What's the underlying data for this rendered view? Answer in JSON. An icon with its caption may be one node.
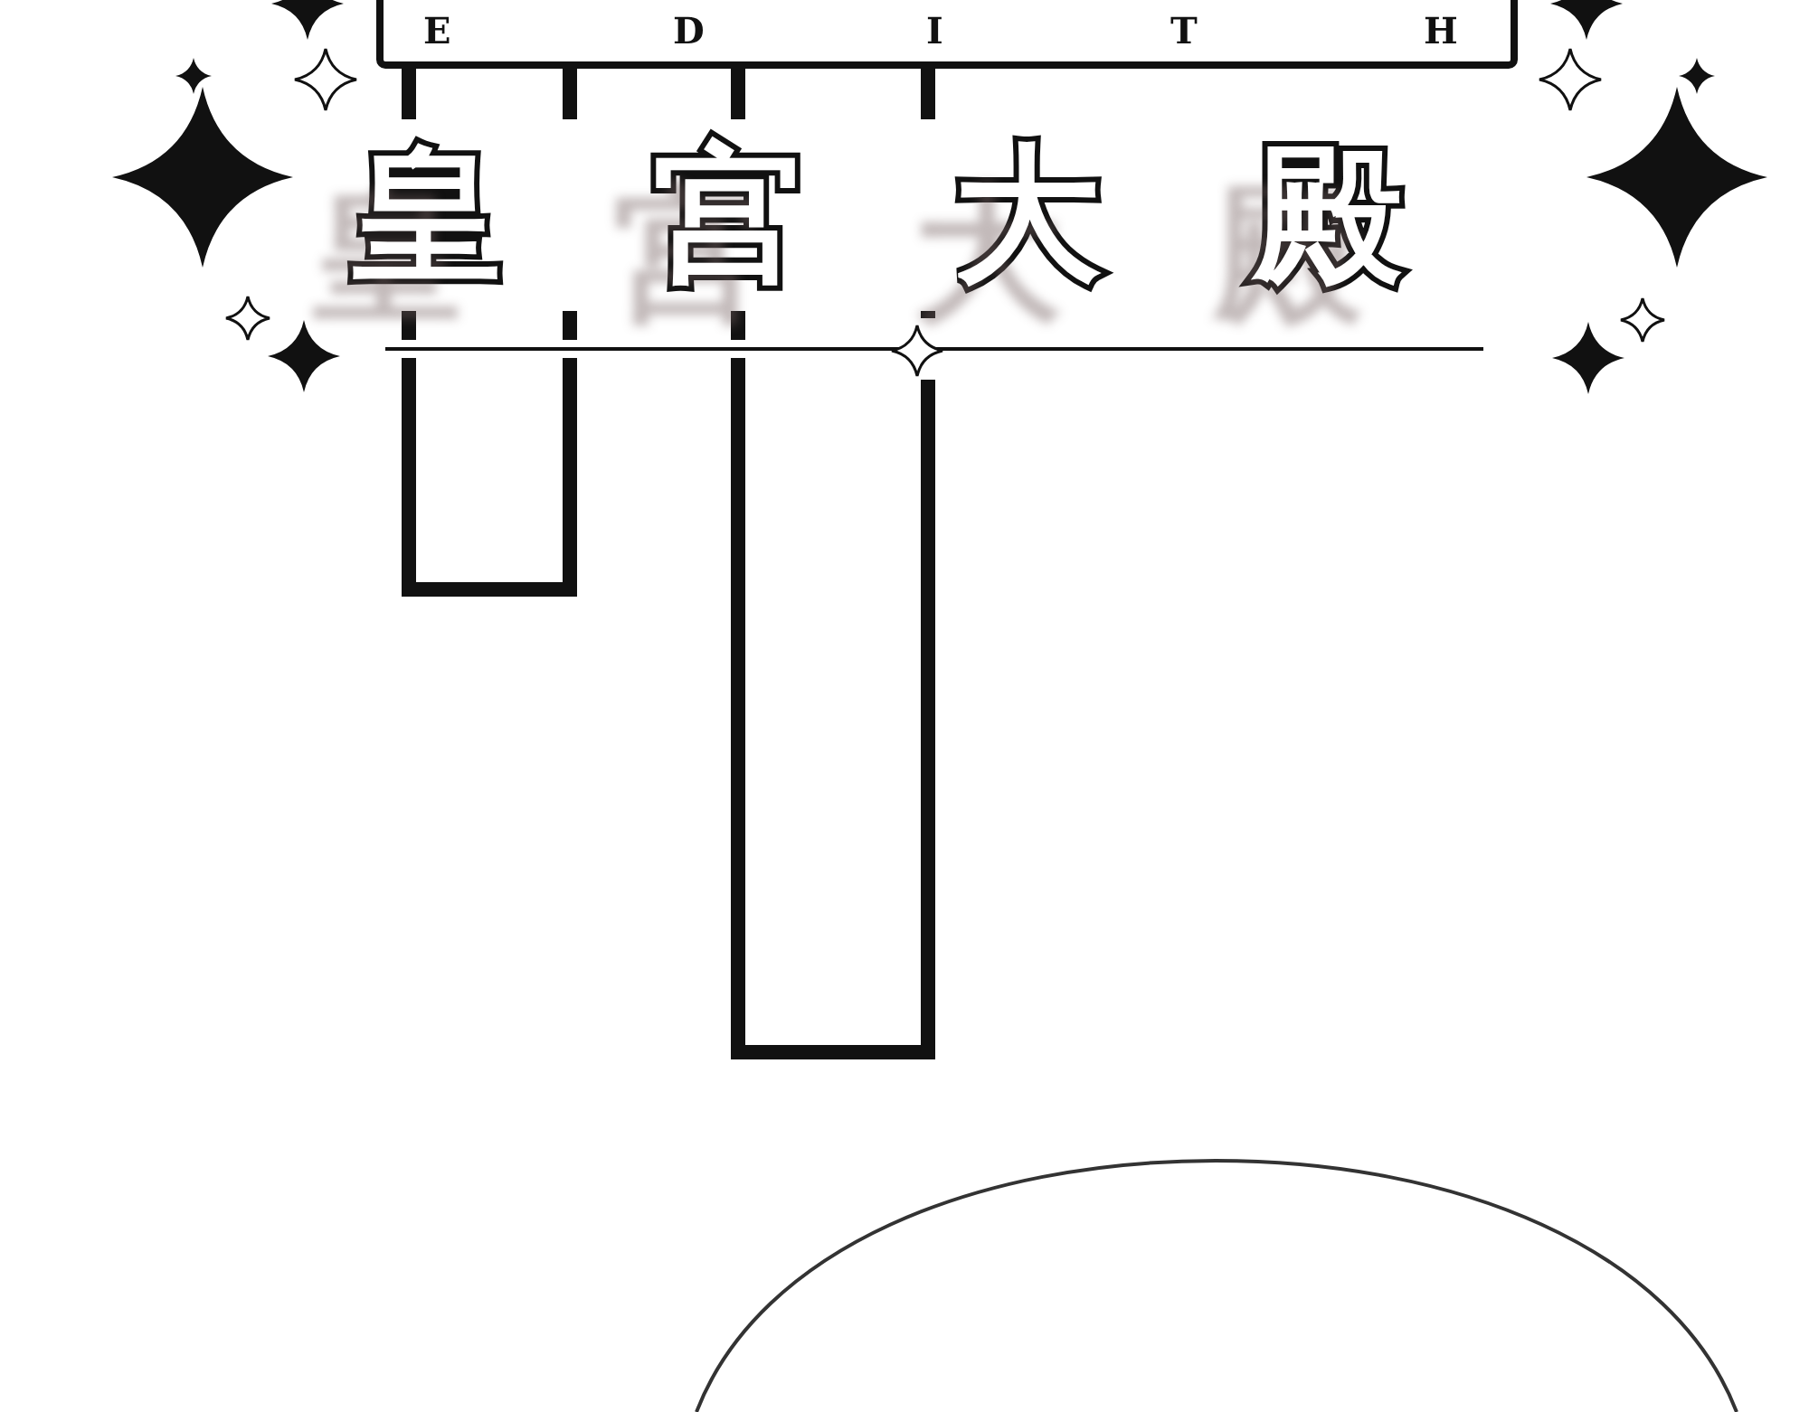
{
  "diagram": {
    "title": "皇宫大殿",
    "nodes": [
      {
        "text": [
          "E",
          "D",
          "I",
          "T",
          "H"
        ]
      }
    ]
  }
}
